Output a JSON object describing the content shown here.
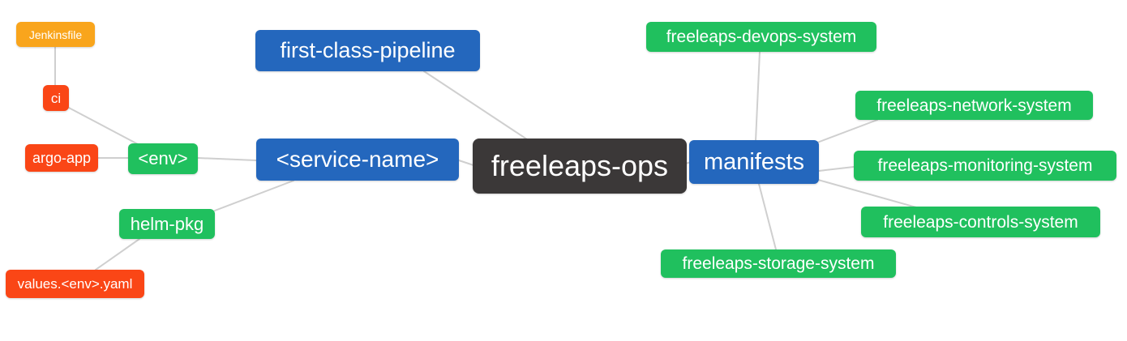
{
  "diagram": {
    "type": "mindmap",
    "root": "freeleaps-ops",
    "palette": {
      "blue": "#2467bd",
      "green": "#20c05e",
      "red": "#fa4616",
      "orange": "#f9a51c",
      "dark": "#3b3838",
      "edge": "#cfcfcf",
      "bg": "#ffffff",
      "text": "#ffffff"
    },
    "nodes": {
      "jenkinsfile": {
        "label": "Jenkinsfile"
      },
      "ci": {
        "label": "ci"
      },
      "argo_app": {
        "label": "argo-app"
      },
      "env": {
        "label": "<env>"
      },
      "helm_pkg": {
        "label": "helm-pkg"
      },
      "values_env_yaml": {
        "label": "values.<env>.yaml"
      },
      "first_class_pipeline": {
        "label": "first-class-pipeline"
      },
      "service_name": {
        "label": "<service-name>"
      },
      "freeleaps_ops": {
        "label": "freeleaps-ops"
      },
      "manifests": {
        "label": "manifests"
      },
      "freeleaps_devops_system": {
        "label": "freeleaps-devops-system"
      },
      "freeleaps_network_system": {
        "label": "freeleaps-network-system"
      },
      "freeleaps_monitoring_system": {
        "label": "freeleaps-monitoring-system"
      },
      "freeleaps_controls_system": {
        "label": "freeleaps-controls-system"
      },
      "freeleaps_storage_system": {
        "label": "freeleaps-storage-system"
      }
    },
    "edges": [
      {
        "from": "jenkinsfile",
        "to": "ci"
      },
      {
        "from": "ci",
        "to": "env"
      },
      {
        "from": "argo_app",
        "to": "env"
      },
      {
        "from": "env",
        "to": "service_name"
      },
      {
        "from": "helm_pkg",
        "to": "service_name"
      },
      {
        "from": "values_env_yaml",
        "to": "helm_pkg"
      },
      {
        "from": "first_class_pipeline",
        "to": "freeleaps_ops"
      },
      {
        "from": "service_name",
        "to": "freeleaps_ops"
      },
      {
        "from": "freeleaps_ops",
        "to": "manifests"
      },
      {
        "from": "manifests",
        "to": "freeleaps_devops_system"
      },
      {
        "from": "manifests",
        "to": "freeleaps_network_system"
      },
      {
        "from": "manifests",
        "to": "freeleaps_monitoring_system"
      },
      {
        "from": "manifests",
        "to": "freeleaps_controls_system"
      },
      {
        "from": "manifests",
        "to": "freeleaps_storage_system"
      }
    ]
  }
}
